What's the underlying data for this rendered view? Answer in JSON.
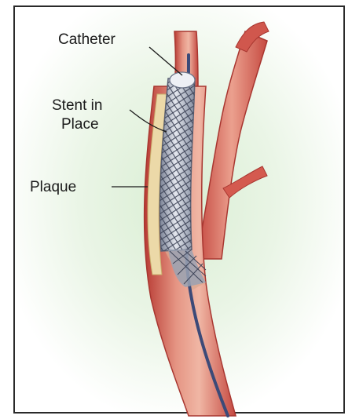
{
  "labels": {
    "catheter": "Catheter",
    "stent_line1": "Stent in",
    "stent_line2": "Place",
    "plaque": "Plaque"
  },
  "colors": {
    "frame": "#2a2a2a",
    "glow": "#cfe8c6",
    "vessel_wall": "#c8483f",
    "vessel_inner": "#e9a08f",
    "vessel_core": "#f1bfae",
    "plaque": "#ecd9a8",
    "stent": "#8d96a8",
    "stent_light": "#d6dbe5",
    "catheter": "#3c4a78"
  }
}
